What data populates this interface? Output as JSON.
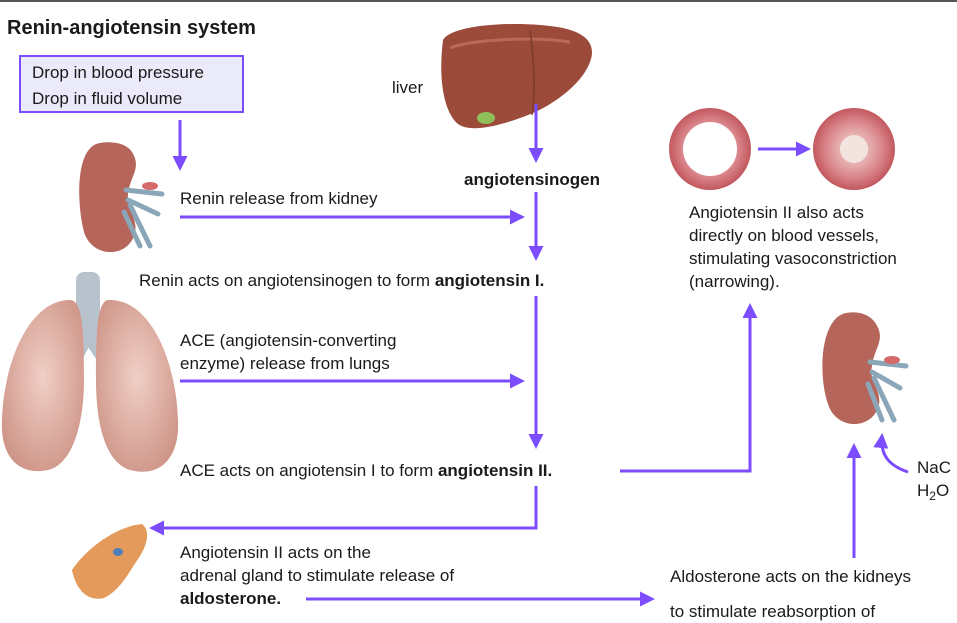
{
  "title": "Renin-angiotensin system",
  "trigger": {
    "line1": "Drop in blood pressure",
    "line2": "Drop in fluid volume"
  },
  "liver_label": "liver",
  "angiotensinogen": "angiotensinogen",
  "renin_release": "Renin release from kidney",
  "step1": {
    "prefix": "Renin acts on angiotensinogen to form ",
    "bold": "angiotensin I."
  },
  "ace_release": {
    "line1": "ACE (angiotensin-converting",
    "line2": "enzyme) release from lungs"
  },
  "step2": {
    "prefix": "ACE acts on angiotensin I to form ",
    "bold": "angiotensin II."
  },
  "vessel_text": {
    "line1": "Angiotensin II also acts",
    "line2": "directly on blood vessels,",
    "line3": "stimulating vasoconstriction",
    "line4": "(narrowing)."
  },
  "adrenal_text": {
    "line1": "Angiotensin II acts on the",
    "line2": "adrenal gland to stimulate release of",
    "bold": "aldosterone."
  },
  "kidney_text": {
    "line1": "Aldosterone acts on the kidneys",
    "line2": "to stimulate reabsorption of"
  },
  "nacl_label": "NaC",
  "water_label": {
    "base": "H",
    "sub": "2",
    "tail": "O"
  },
  "colors": {
    "arrow": "#7c4dff",
    "box_fill": "#ebeafb",
    "organ": "#b5655a",
    "liver": "#9c4a3a"
  }
}
